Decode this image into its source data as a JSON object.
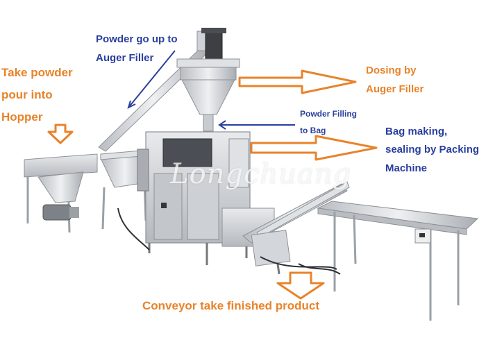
{
  "labels": {
    "powder_up": [
      "Powder go up to",
      "Auger Filler"
    ],
    "take_powder": [
      "Take powder",
      "pour into",
      "Hopper"
    ],
    "dosing": [
      "Dosing by",
      "Auger Filler"
    ],
    "powder_filling": [
      "Powder Filling",
      "to Bag"
    ],
    "bag_making": [
      "Bag making,",
      "sealing by Packing",
      "Machine"
    ],
    "conveyor": "Conveyor take finished product"
  },
  "watermark": "Longchuang",
  "colors": {
    "orange": "#e8832a",
    "blue": "#2a3f9e",
    "steel": "#c9ccd0",
    "dark": "#3a3d42"
  }
}
